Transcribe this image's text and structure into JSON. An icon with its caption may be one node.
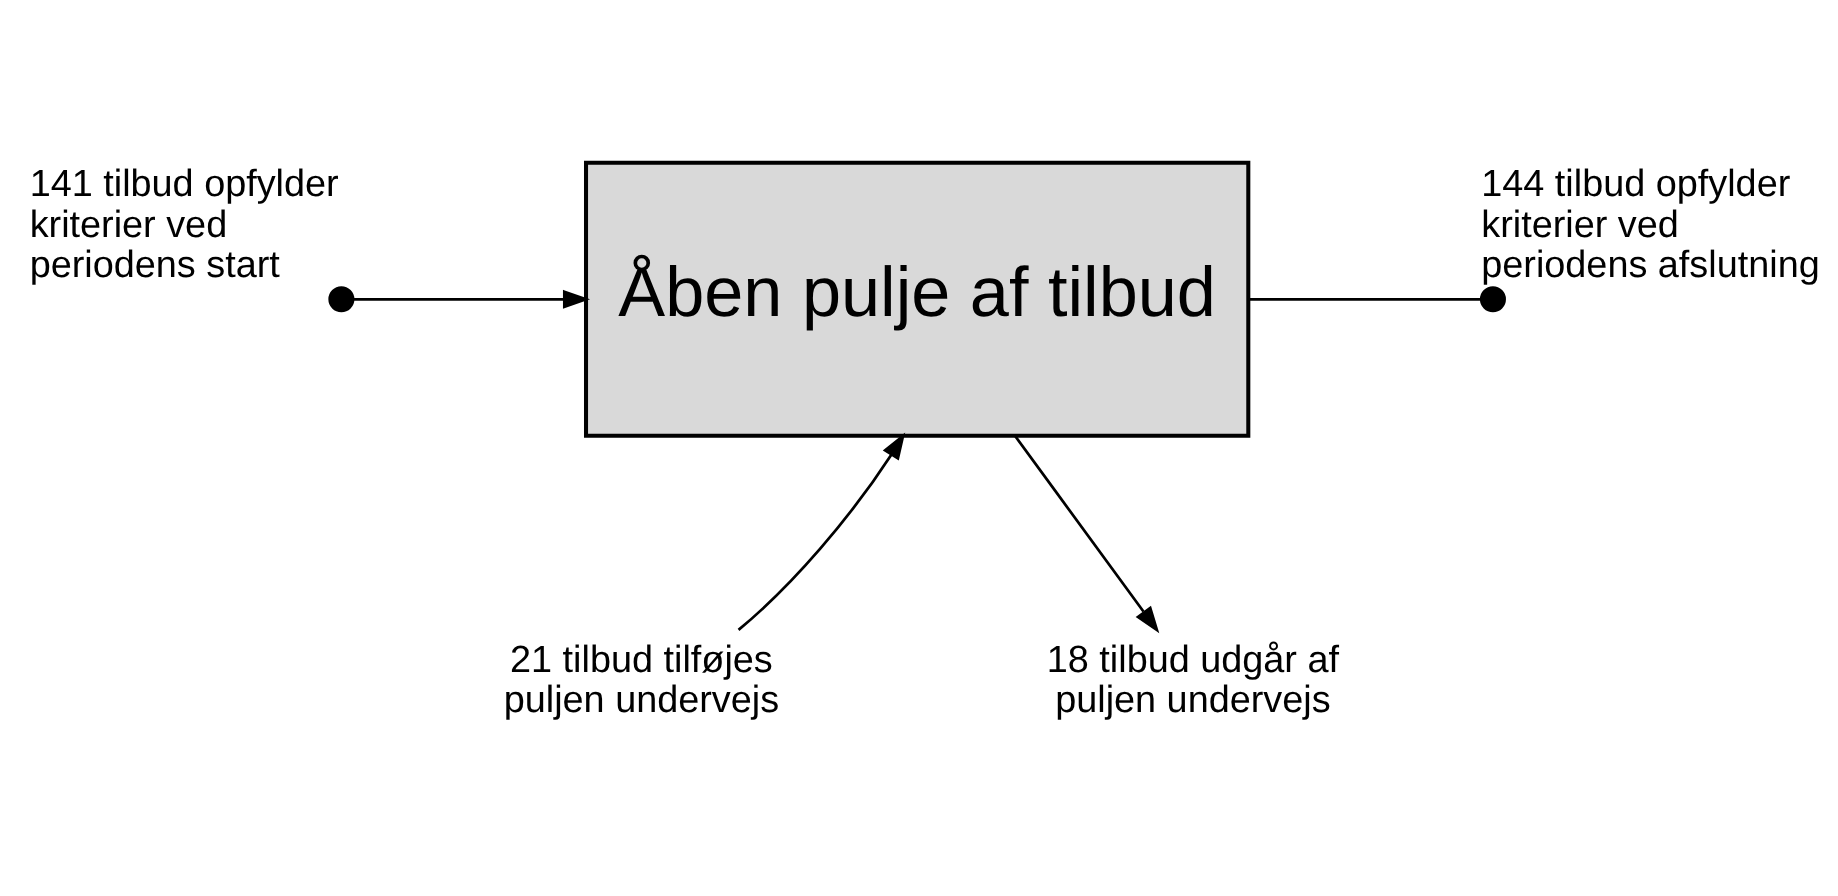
{
  "diagram": {
    "nodes": [
      {
        "text": [],
        "shape": "circle",
        "beside": [
          "141 tilbud opfylder kriterier ved periodens start"
        ]
      },
      {
        "text": [
          "Åben pulje af tilbud"
        ]
      },
      {
        "text": [],
        "shape": "circle",
        "beside": [
          "144 tilbud opfylder kriterier ved periodens afslutning"
        ]
      },
      {
        "text": [
          "21 tilbud tilføjes puljen undervejs"
        ]
      },
      {
        "text": [
          "18 tilbud udgår af puljen undervejs"
        ]
      }
    ],
    "edges": [
      {
        "from": 0,
        "to": 1,
        "arrow": "to"
      },
      {
        "from": 1,
        "to": 2,
        "arrow": "none"
      },
      {
        "from": 3,
        "to": 1,
        "arrow": "to"
      },
      {
        "from": 1,
        "to": 4,
        "arrow": "to"
      }
    ]
  }
}
